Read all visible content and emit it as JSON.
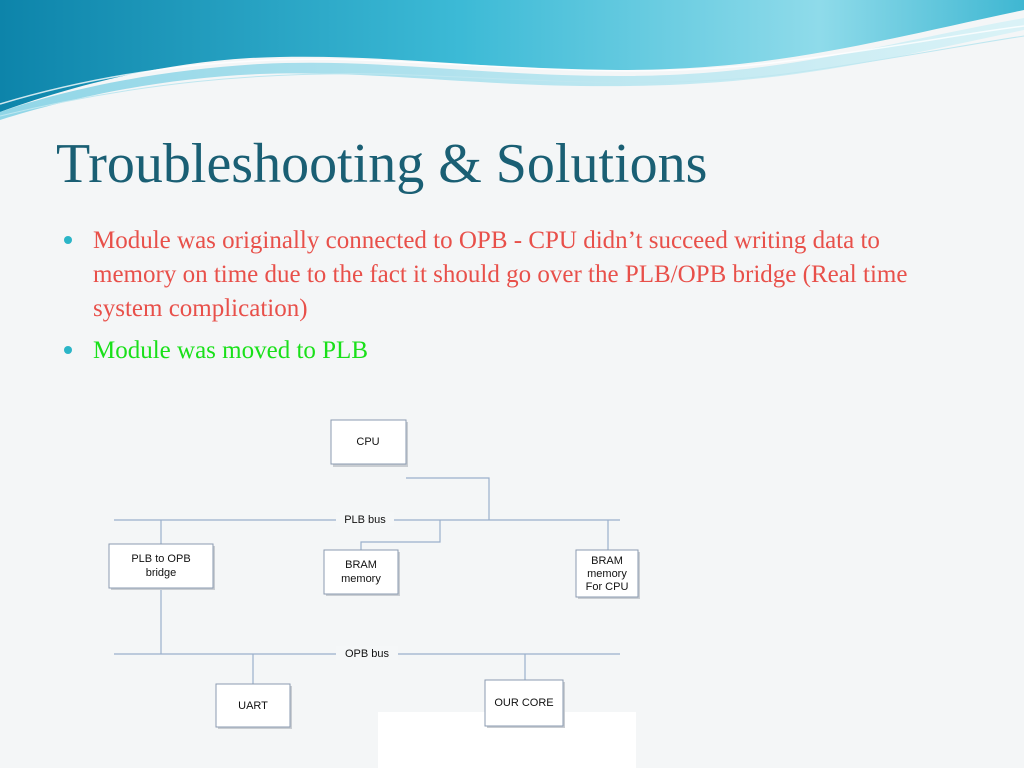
{
  "slide": {
    "title": "Troubleshooting & Solutions",
    "bullets": [
      {
        "text": "Module was originally connected to OPB - CPU didn’t succeed writing data to memory on time due to the fact it should go over the PLB/OPB bridge (Real time system complication)",
        "color": "#e8504a"
      },
      {
        "text": "Module was moved to PLB",
        "color": "#19e019"
      }
    ]
  },
  "diagram": {
    "boxes": {
      "cpu": [
        "CPU"
      ],
      "plb_to_opb_bridge": [
        "PLB to OPB",
        "bridge"
      ],
      "bram_memory": [
        "BRAM",
        "memory"
      ],
      "bram_memory_cpu": [
        "BRAM",
        "memory",
        "For CPU"
      ],
      "uart": [
        "UART"
      ],
      "our_core": [
        "OUR CORE"
      ]
    },
    "buses": {
      "plb": "PLB bus",
      "opb": "OPB bus"
    }
  },
  "theme": {
    "title_color": "#1a5f74",
    "accent_color": "#2bb5c7",
    "wave_colors": [
      "#0f8fb3",
      "#2fb6d3",
      "#7fd5e6",
      "#c8ecf3"
    ]
  }
}
